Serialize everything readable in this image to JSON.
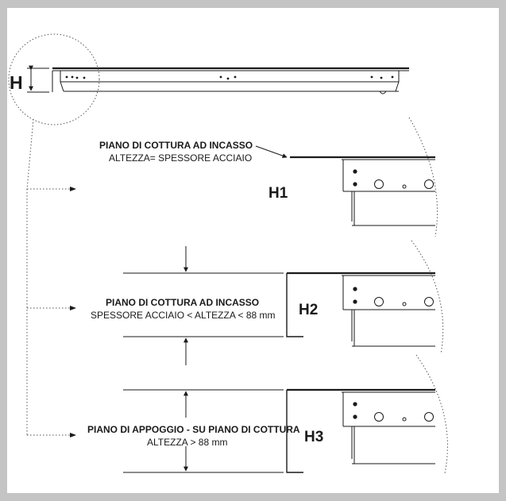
{
  "diagram": {
    "overview_label": "H",
    "sections": [
      {
        "id": "H1",
        "label": "H1",
        "title": "PIANO DI COTTURA AD INCASSO",
        "caption": "ALTEZZA= SPESSORE ACCIAIO"
      },
      {
        "id": "H2",
        "label": "H2",
        "title": "PIANO DI COTTURA AD INCASSO",
        "caption": "SPESSORE ACCIAIO < ALTEZZA < 88 mm"
      },
      {
        "id": "H3",
        "label": "H3",
        "title": "PIANO DI APPOGGIO - SU PIANO DI COTTURA",
        "caption": "ALTEZZA > 88 mm"
      }
    ]
  },
  "colors": {
    "frame": "#c4c4c4",
    "paper": "#ffffff",
    "ink": "#1a1a1a"
  }
}
